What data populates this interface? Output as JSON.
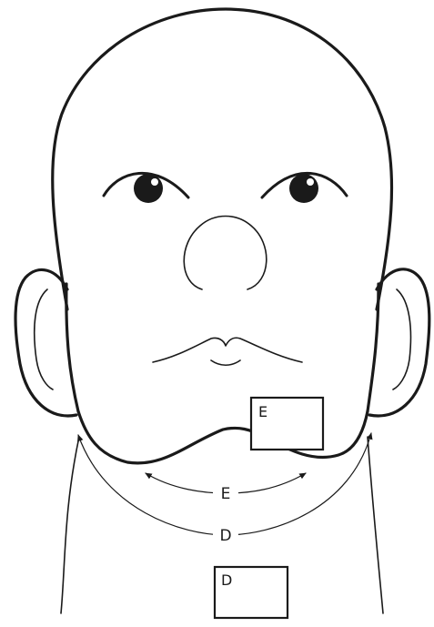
{
  "colors": {
    "line": "#1a1a1a",
    "background": "#ffffff",
    "box_fill": "#ffffff"
  },
  "labels": {
    "box_chin": "E",
    "box_neck": "D",
    "arc_inner": "E",
    "arc_outer": "D"
  }
}
